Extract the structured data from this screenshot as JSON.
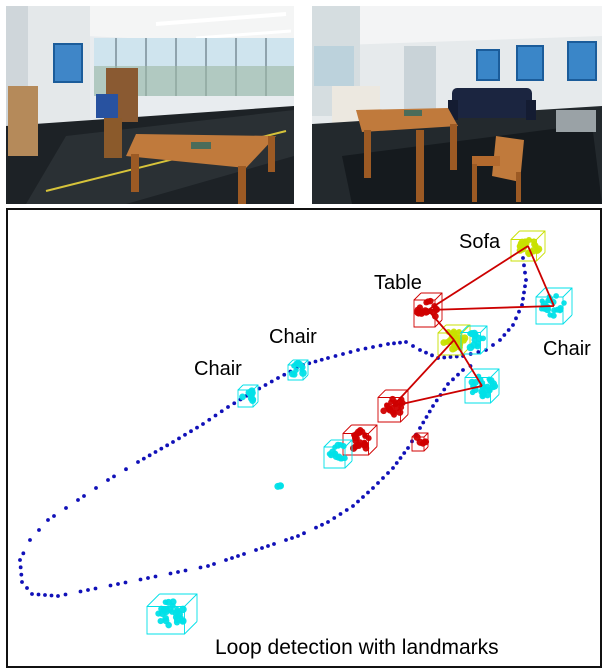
{
  "photos": [
    {
      "name": "left-room-photo",
      "description": "office room with table"
    },
    {
      "name": "right-room-photo",
      "description": "room with sofa, table and chair"
    }
  ],
  "map": {
    "caption": "Loop detection with landmarks",
    "labels": {
      "sofa": "Sofa",
      "table": "Table",
      "chair_top": "Chair",
      "chair_left": "Chair",
      "chair_right": "Chair"
    },
    "colors": {
      "trajectory": "#1010b8",
      "chair": "#00e0e8",
      "table": "#d00000",
      "sofa": "#c8e000",
      "match_line": "#cc0000"
    }
  }
}
